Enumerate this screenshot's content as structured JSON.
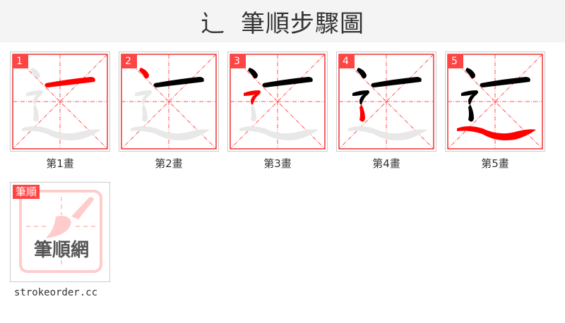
{
  "header": {
    "character": "辶",
    "title": "筆順步驟圖"
  },
  "steps": [
    {
      "number": "1",
      "label": "第1畫"
    },
    {
      "number": "2",
      "label": "第2畫"
    },
    {
      "number": "3",
      "label": "第3畫"
    },
    {
      "number": "4",
      "label": "第4畫"
    },
    {
      "number": "5",
      "label": "第5畫"
    }
  ],
  "logo": {
    "tag": "筆順",
    "name": "筆順網",
    "site": "strokeorder.cc"
  },
  "colors": {
    "accent": "#ff4444",
    "current_stroke": "#ff0000",
    "done_stroke": "#000000",
    "pending_stroke": "#e8e8e8"
  }
}
